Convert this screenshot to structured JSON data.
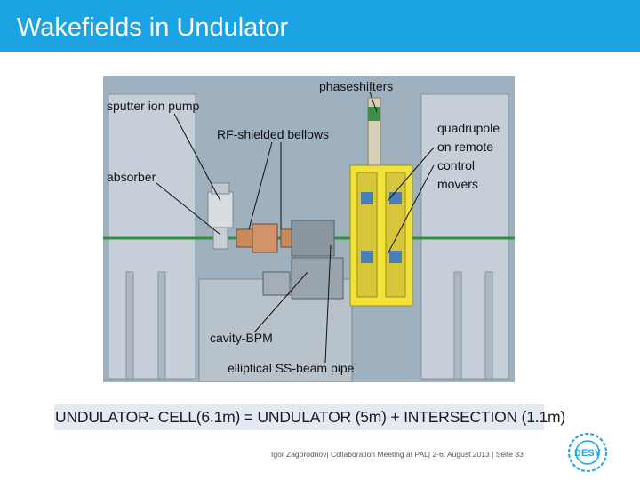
{
  "header": {
    "title": "Wakefields in Undulator"
  },
  "figure": {
    "labels": {
      "phaseshifters": "phaseshifters",
      "sputter_ion_pump": "sputter ion pump",
      "rf_shielded_bellows": "RF-shielded bellows",
      "quadrupole_1": "quadrupole",
      "quadrupole_2": "on remote",
      "quadrupole_3": "control",
      "quadrupole_4": "movers",
      "absorber": "absorber",
      "cavity_bpm": "cavity-BPM",
      "elliptical_pipe": "elliptical SS-beam pipe"
    }
  },
  "caption": "UNDULATOR- CELL(6.1m) = UNDULATOR (5m) + INTERSECTION (1.1m)",
  "footer": "Igor Zagorodnov| Collaboration Meeting at PAL| 2-6. August 2013 | Seite 33",
  "logo": {
    "text": "DESY",
    "color": "#1ba3e3"
  },
  "colors": {
    "title_bar": "#1ba3e3",
    "figure_bg": "#9fb0bf",
    "caption_bg": "#e4eaf4"
  }
}
